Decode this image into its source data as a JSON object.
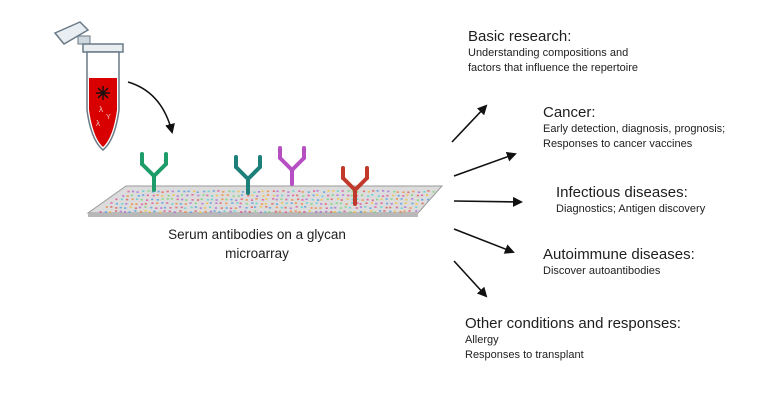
{
  "caption": {
    "line1": "Serum antibodies on a glycan",
    "line2": "microarray"
  },
  "applications": [
    {
      "heading": "Basic research:",
      "lines": [
        "Understanding compositions and",
        "factors that influence the repertoire"
      ]
    },
    {
      "heading": "Cancer:",
      "lines": [
        "Early detection, diagnosis, prognosis;",
        "Responses to cancer vaccines"
      ]
    },
    {
      "heading": "Infectious diseases:",
      "lines": [
        "Diagnostics; Antigen discovery"
      ]
    },
    {
      "heading": "Autoimmune diseases:",
      "lines": [
        "Discover autoantibodies"
      ]
    },
    {
      "heading": "Other conditions and responses:",
      "lines": [
        "Allergy",
        "Responses to transplant"
      ]
    }
  ],
  "colors": {
    "antibody_green": "#1e9c6a",
    "antibody_teal": "#1c7f7a",
    "antibody_purple": "#b64fc4",
    "antibody_red": "#c0392b",
    "tube_blood": "#d80000",
    "slide": "#d9d9d9",
    "arrow": "#111111"
  }
}
